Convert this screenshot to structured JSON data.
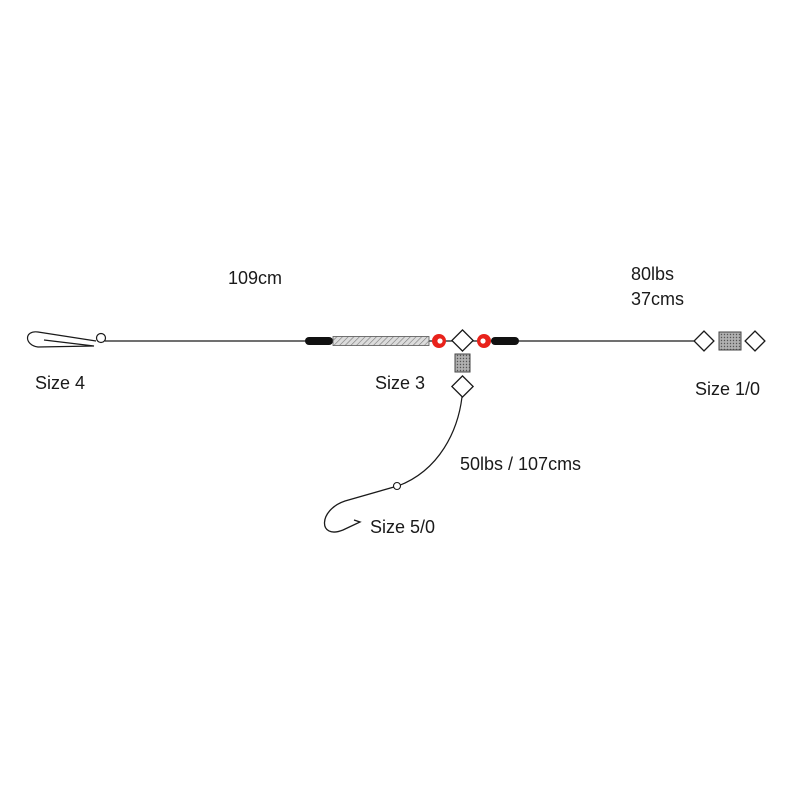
{
  "diagram": {
    "main_line_length": "109cm",
    "mainline": {
      "breaking_strain": "80lbs",
      "length": "37cms"
    },
    "snood": "50lbs / 107cms",
    "labels": {
      "clip": "Size 4",
      "swivel_t": "Size 3",
      "end_swivel": "Size 1/0",
      "hook": "Size 5/0"
    },
    "colors": {
      "line": "#1a1a1a",
      "bead": "#e8221b",
      "crimp": "#111111",
      "sleeve": "#b8b8b8",
      "swivel_body": "#a8a8a8"
    },
    "icons": [
      "clip-icon",
      "crimp-icon",
      "sleeve-icon",
      "bead-icon",
      "swivel-icon",
      "hook-icon"
    ]
  }
}
